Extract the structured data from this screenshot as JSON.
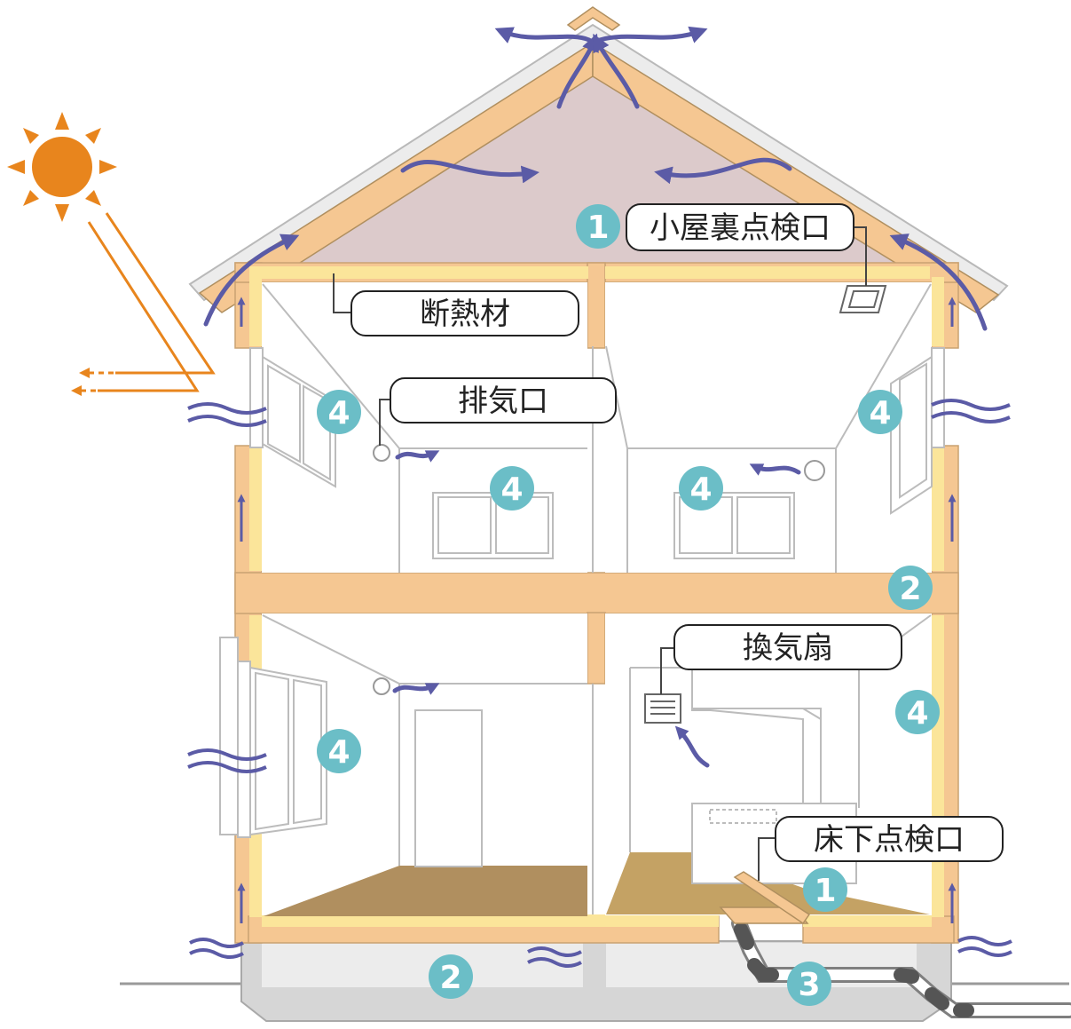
{
  "labels": {
    "attic_inspection": "小屋裏点検口",
    "insulation": "断熱材",
    "exhaust_port": "排気口",
    "ventilation_fan": "換気扇",
    "underfloor_inspection": "床下点検口"
  },
  "markers": {
    "one": "1",
    "two": "2",
    "three": "3",
    "four": "4"
  },
  "colors": {
    "timber": "#f5c792",
    "insulation": "#fbe59a",
    "attic": "#dccacb",
    "airflow": "#5b5ba6",
    "sun": "#e8851d",
    "marker": "#6bbec7",
    "floor": "#b08f5f",
    "foundation": "#d2d2d2"
  },
  "icons": [
    "sun-icon",
    "airflow-arrow-icon",
    "wavy-air-icon",
    "exhaust-vent-icon",
    "ventilation-fan-icon",
    "inspection-hatch-icon"
  ]
}
